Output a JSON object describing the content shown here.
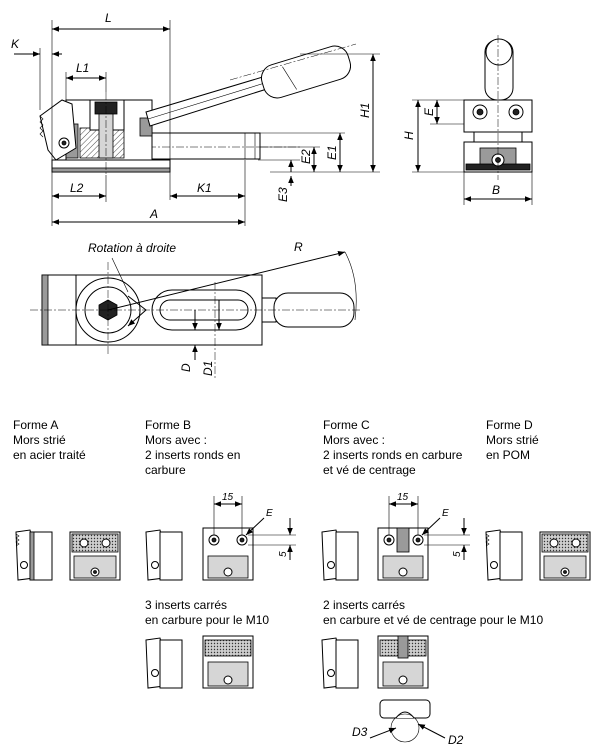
{
  "dimensions": {
    "L": "L",
    "K": "K",
    "L1": "L1",
    "L2": "L2",
    "K1": "K1",
    "A": "A",
    "H1": "H1",
    "H": "H",
    "E": "E",
    "E1": "E1",
    "E2": "E2",
    "E3": "E3",
    "B": "B",
    "R": "R",
    "D": "D",
    "D1": "D1",
    "D2": "D2",
    "D3": "D3"
  },
  "labels": {
    "rotation": "Rotation à droite",
    "dim_15_b": "15",
    "dim_15_c": "15",
    "dim_5_b": "5",
    "dim_5_c": "5",
    "e_b": "E",
    "e_c": "E"
  },
  "forms": {
    "a": "Forme A\nMors strié\nen acier traité",
    "b": "Forme B\nMors avec :\n2 inserts ronds en\ncarbure",
    "c": "Forme C\nMors avec :\n2 inserts ronds en carbure\net vé de centrage",
    "d": "Forme D\nMors strié\nen POM",
    "b2": "3 inserts carrés\nen carbure pour le M10",
    "c2": "2 inserts carrés\nen carbure et vé de centrage pour le M10"
  },
  "colors": {
    "line": "#000000",
    "fill_dark": "#222222",
    "fill_grey": "#9a9a9a",
    "fill_light": "#d6d6d6"
  }
}
